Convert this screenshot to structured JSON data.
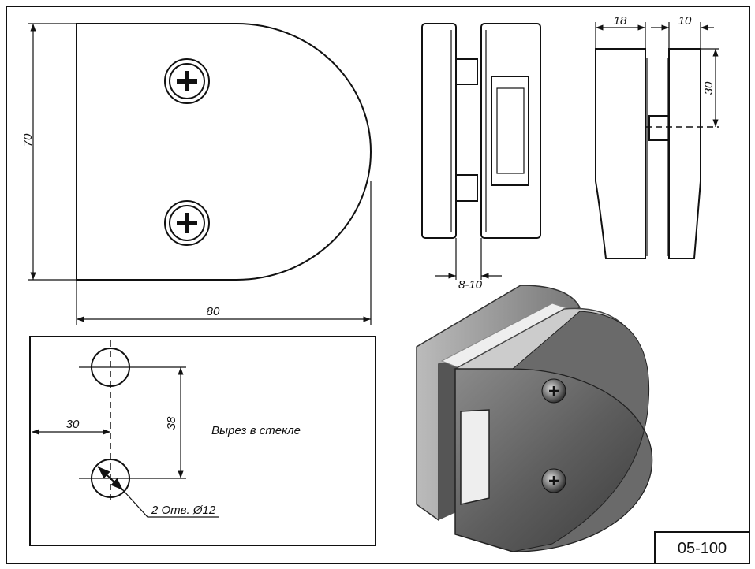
{
  "drawing": {
    "front_view": {
      "height_dim": "70",
      "width_dim": "80"
    },
    "side_view": {
      "gap_dim": "8-10"
    },
    "end_view": {
      "plate1_dim": "18",
      "plate2_dim": "10",
      "pin_offset_dim": "30"
    },
    "glass_cutout": {
      "offset_dim": "30",
      "spacing_dim": "38",
      "title": "Вырез в стекле",
      "holes_note": "2 Отв. Ø12"
    },
    "part_number": "05-100"
  }
}
